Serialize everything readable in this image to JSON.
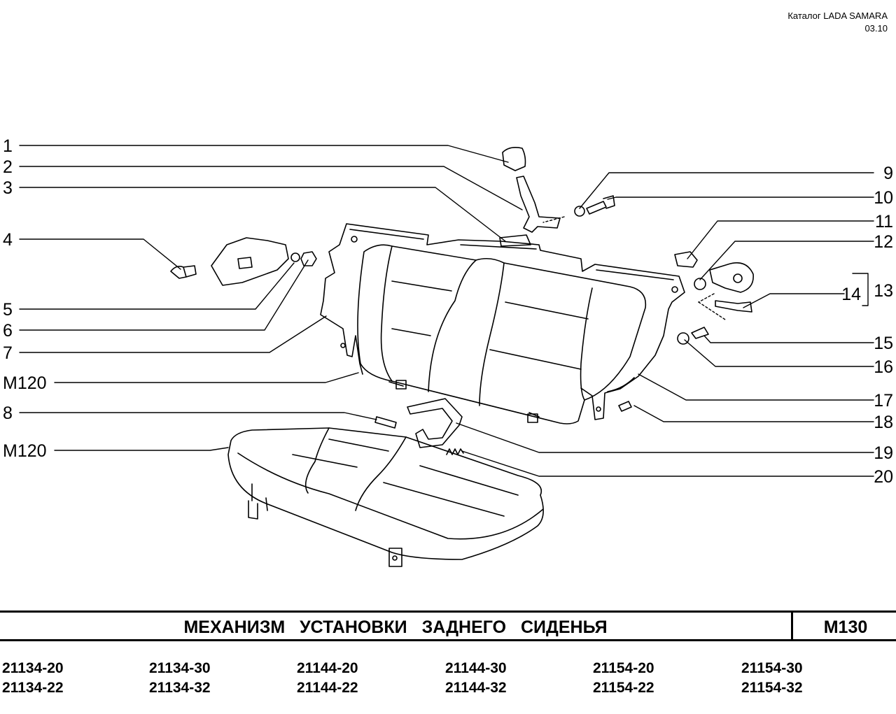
{
  "header": {
    "catalog": "Каталог  LADA SAMARA",
    "date": "03.10"
  },
  "callouts": {
    "c1": "1",
    "c2": "2",
    "c3": "3",
    "c4": "4",
    "c5": "5",
    "c6": "6",
    "c7": "7",
    "c8": "8",
    "c9": "9",
    "c10": "10",
    "c11": "11",
    "c12": "12",
    "c13": "13",
    "c14": "14",
    "c15": "15",
    "c16": "16",
    "c17": "17",
    "c18": "18",
    "c19": "19",
    "c20": "20",
    "m120a": "M120",
    "m120b": "M120"
  },
  "title": "МЕХАНИЗМ  УСТАНОВКИ  ЗАДНЕГО  СИДЕНЬЯ",
  "code": "M130",
  "models": {
    "row1": [
      "21134-20",
      "21134-30",
      "21144-20",
      "21144-30",
      "21154-20",
      "21154-30"
    ],
    "row2": [
      "21134-22",
      "21134-32",
      "21144-22",
      "21144-32",
      "21154-22",
      "21154-32"
    ]
  }
}
